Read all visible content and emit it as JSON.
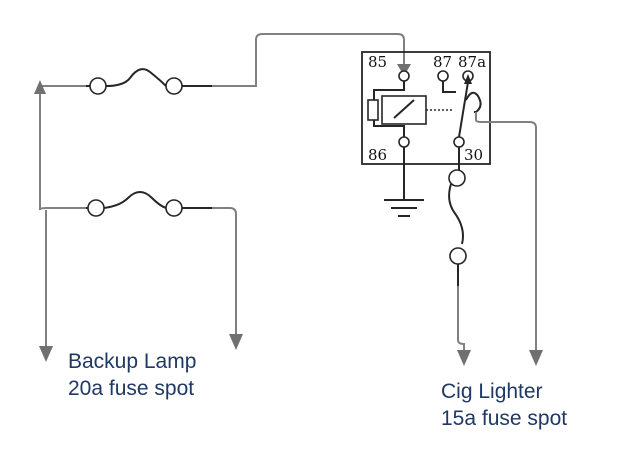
{
  "relay": {
    "pins": {
      "p85": "85",
      "p87": "87",
      "p87a": "87a",
      "p86": "86",
      "p30": "30"
    }
  },
  "labels": {
    "backup_lamp": {
      "line1": "Backup Lamp",
      "line2": "20a fuse spot"
    },
    "cig_lighter": {
      "line1": "Cig Lighter",
      "line2": "15a fuse spot"
    }
  },
  "colors": {
    "wire": "#808080",
    "component": "#262626",
    "caption_text": "#1f3864"
  }
}
